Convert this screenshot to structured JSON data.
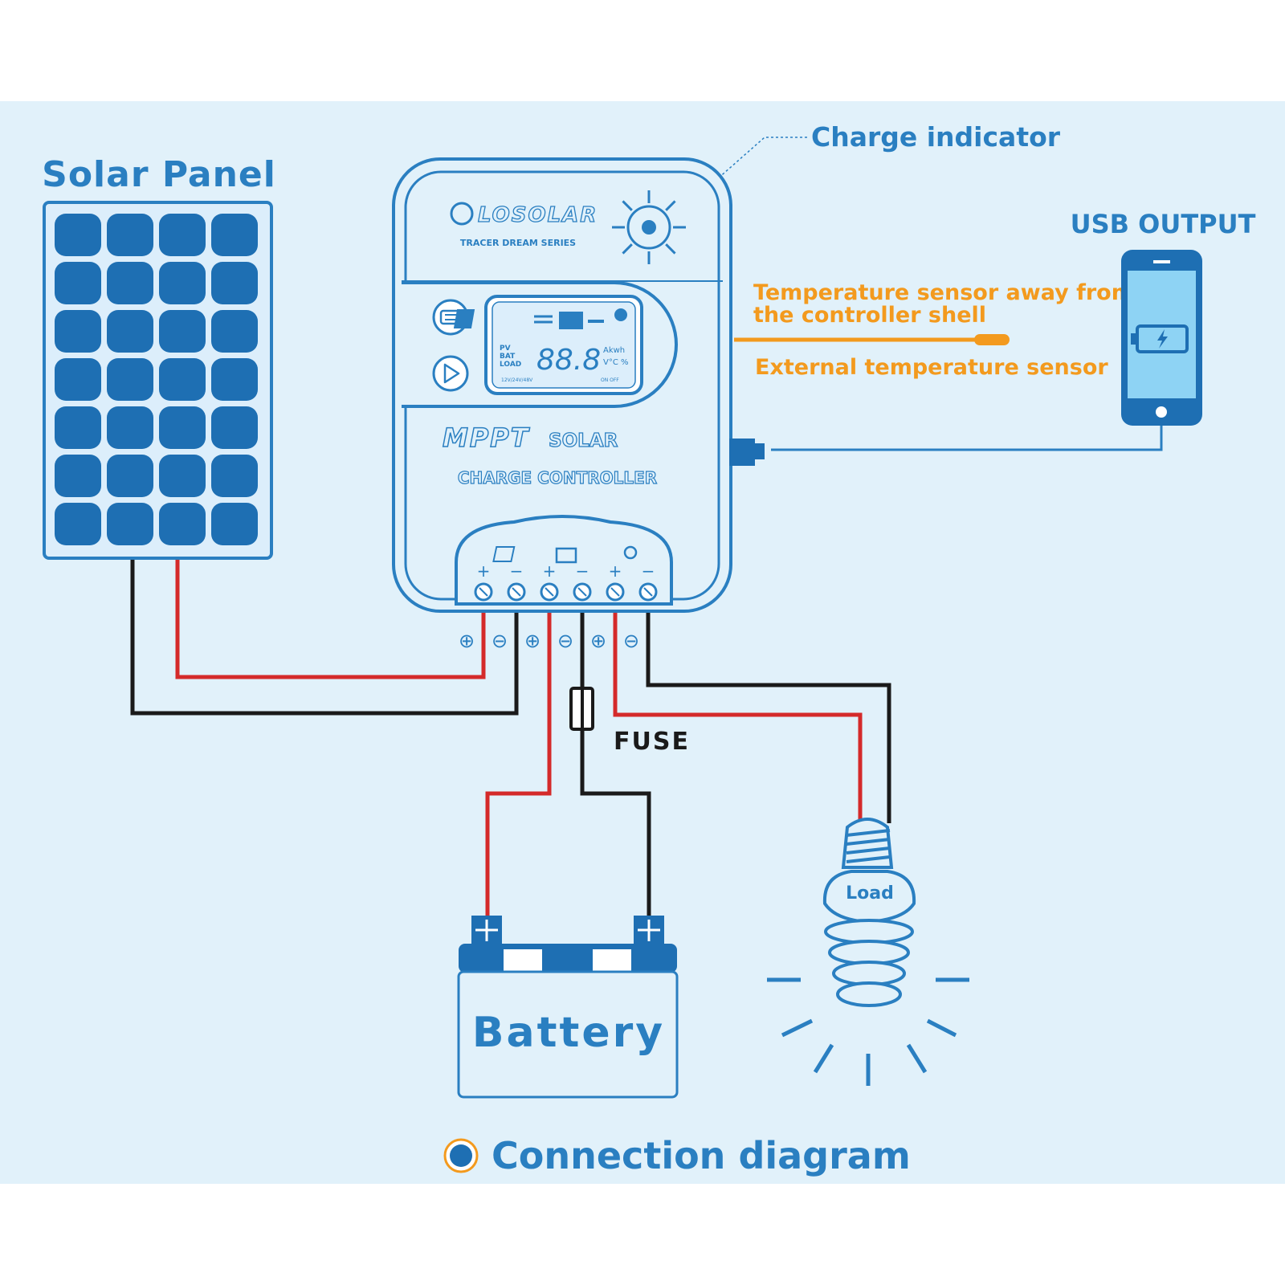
{
  "labels": {
    "solar_panel": "Solar Panel",
    "charge_indicator": "Charge indicator",
    "usb_output": "USB OUTPUT",
    "temp_sensor_line1": "Temperature sensor away from",
    "temp_sensor_line2": "the controller shell",
    "external_sensor": "External temperature sensor",
    "fuse": "FUSE",
    "battery": "Battery",
    "load": "Load",
    "caption": "Connection diagram"
  },
  "controller": {
    "brand": "LOSOLAR",
    "series": "TRACER DREAM SERIES",
    "product_line1": "MPPT",
    "product_line1b": "SOLAR",
    "product_line2": "CHARGE CONTROLLER",
    "lcd_digits": "88.8",
    "lcd_pv": "PV",
    "lcd_bat": "BAT",
    "lcd_load": "LOAD",
    "lcd_units1": "Akwh",
    "lcd_units2": "V°C %",
    "lcd_voltage": "12V/24V/48V",
    "lcd_onoff": "ON  OFF"
  },
  "terminals": {
    "top_signs": [
      "+",
      "−",
      "+",
      "−",
      "+",
      "−"
    ],
    "bottom_signs": [
      "⊕",
      "⊖",
      "⊕",
      "⊖",
      "⊕",
      "⊖"
    ]
  },
  "colors": {
    "background_panel": "#e1f1fa",
    "accent_blue": "#2a7fc1",
    "cell_blue": "#1e6fb3",
    "wire_red": "#d42a2a",
    "wire_black": "#1a1a1a",
    "sensor_orange": "#f39a1e"
  }
}
